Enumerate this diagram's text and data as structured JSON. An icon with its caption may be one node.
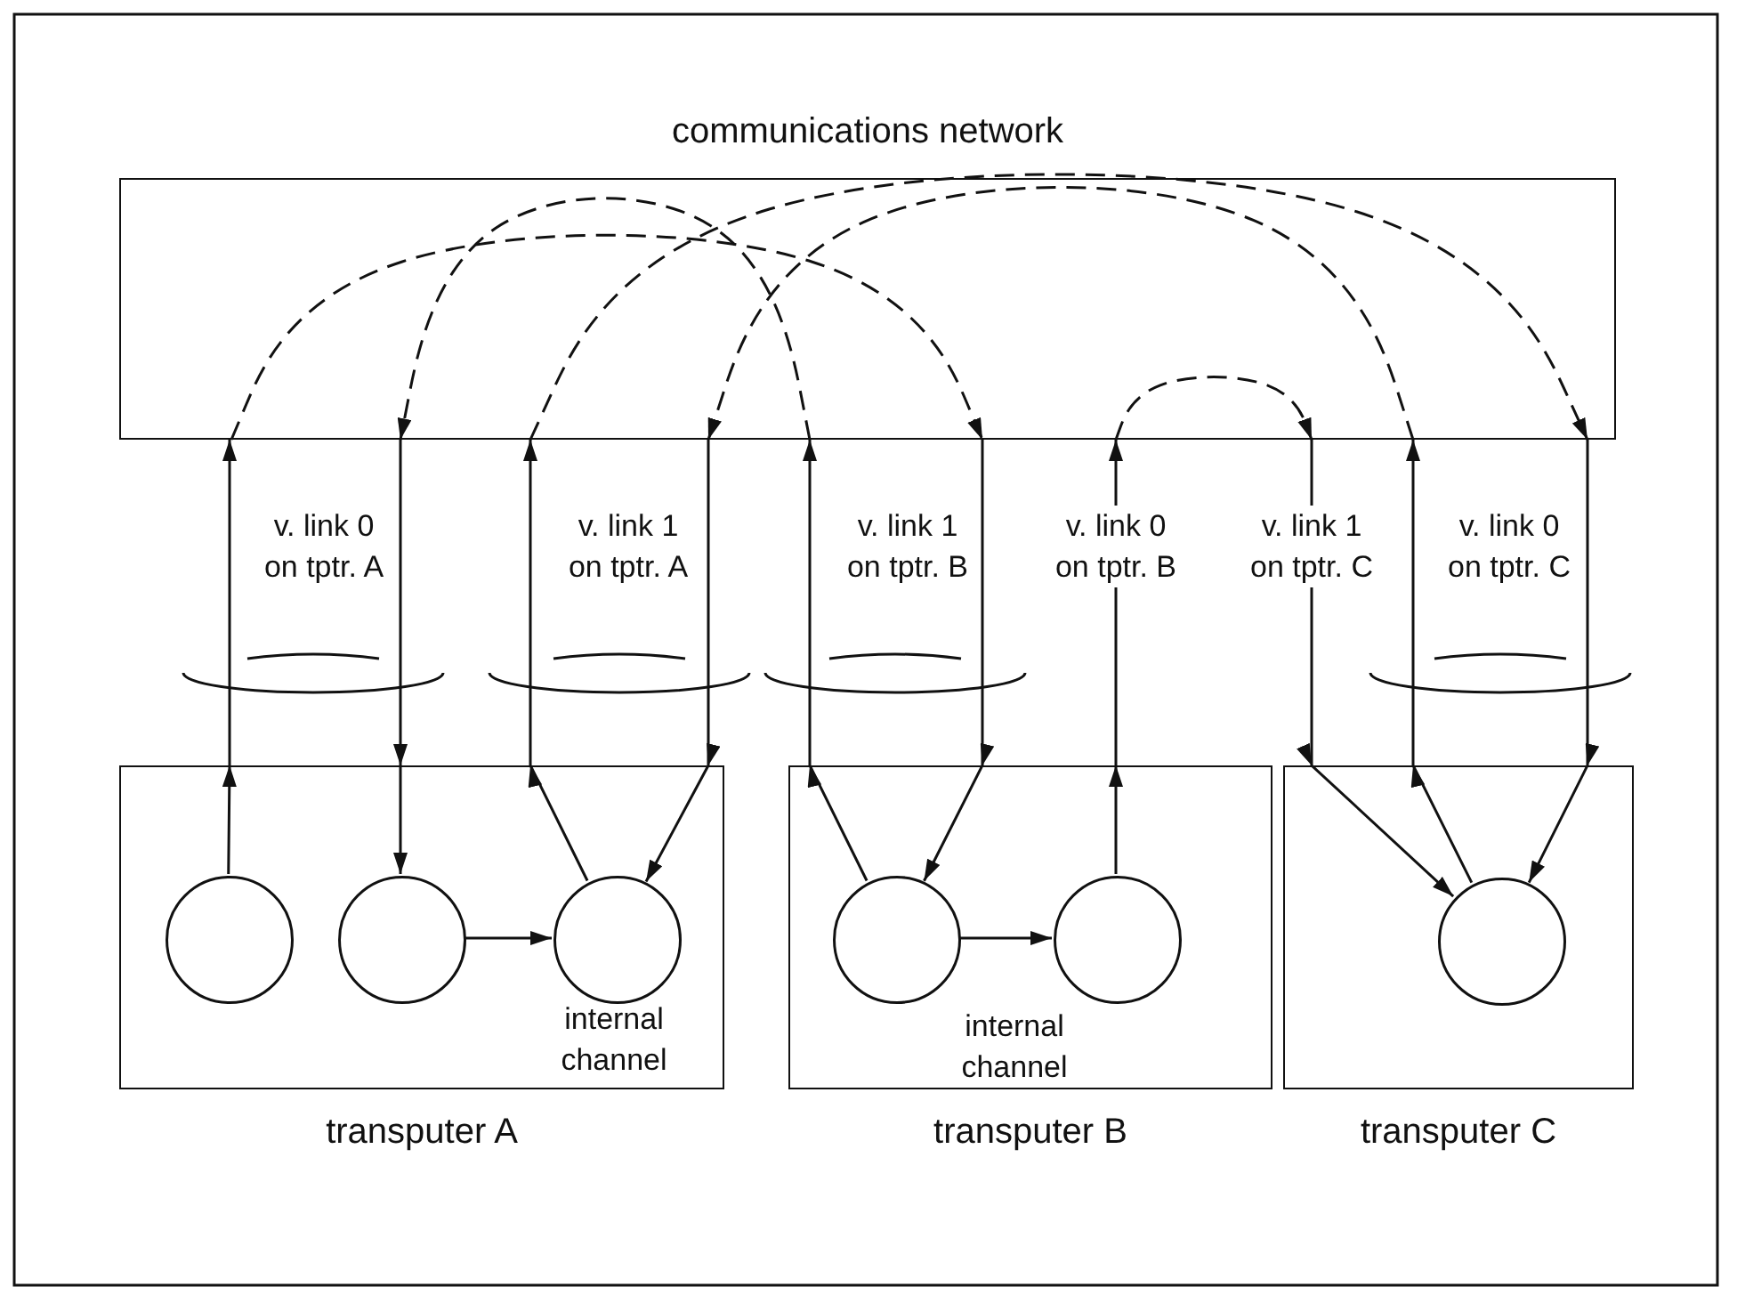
{
  "diagram": {
    "nodes": [
      {
        "text": [
          "communications network"
        ]
      },
      {
        "text": [
          "transputer A"
        ]
      },
      {
        "text": [
          "transputer B"
        ]
      },
      {
        "text": [
          "transputer C"
        ]
      },
      {
        "text": [],
        "shape": "circle",
        "in": 1
      },
      {
        "text": [],
        "shape": "circle",
        "in": 1
      },
      {
        "text": [],
        "shape": "circle",
        "in": 1
      },
      {
        "text": [],
        "shape": "circle",
        "in": 2
      },
      {
        "text": [],
        "shape": "circle",
        "in": 2
      },
      {
        "text": [],
        "shape": "circle",
        "in": 3
      }
    ],
    "edges": [
      {
        "from": 4,
        "to": 0,
        "arrow": "to"
      },
      {
        "from": 0,
        "to": 5,
        "arrow": "to"
      },
      {
        "from": 6,
        "to": 0,
        "arrow": "to"
      },
      {
        "from": 0,
        "to": 6,
        "arrow": "to"
      },
      {
        "from": 7,
        "to": 0,
        "arrow": "to"
      },
      {
        "from": 0,
        "to": 7,
        "arrow": "to"
      },
      {
        "from": 8,
        "to": 0,
        "arrow": "to",
        "label": "v. link 0 on tptr. B"
      },
      {
        "from": 0,
        "to": 9,
        "arrow": "to",
        "label": "v. link 1 on tptr. C"
      },
      {
        "from": 9,
        "to": 0,
        "arrow": "to"
      },
      {
        "from": 0,
        "to": 9,
        "arrow": "to"
      },
      {
        "from": 5,
        "to": 6,
        "arrow": "to"
      },
      {
        "from": 7,
        "to": 8,
        "arrow": "to"
      },
      {
        "from": 0,
        "to": 0,
        "arrow": "to",
        "style": "dashed"
      },
      {
        "from": 0,
        "to": 0,
        "arrow": "to",
        "style": "dashed"
      },
      {
        "from": 0,
        "to": 0,
        "arrow": "to",
        "style": "dashed"
      },
      {
        "from": 0,
        "to": 0,
        "arrow": "to",
        "style": "dashed"
      },
      {
        "from": 0,
        "to": 0,
        "arrow": "to",
        "style": "dashed"
      }
    ],
    "labels": [
      "v. link 0 on tptr. A",
      "v. link 1 on tptr. A",
      "v. link 1 on tptr. B",
      "v. link 0 on tptr. C",
      "internal channel",
      "internal channel"
    ]
  }
}
